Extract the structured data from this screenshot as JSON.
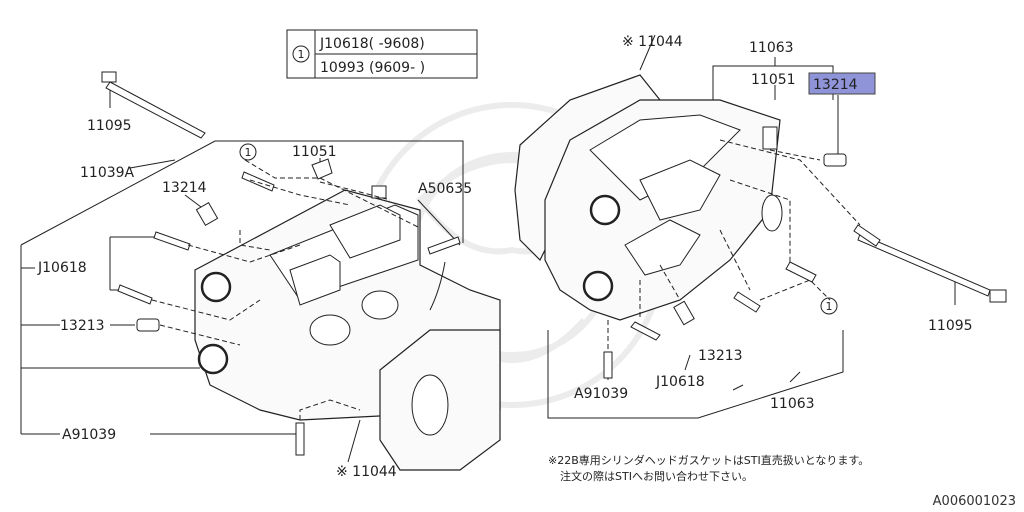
{
  "legend": {
    "marker": "1",
    "rows": [
      "J10618( -9608)",
      "10993 (9609- )"
    ]
  },
  "left": {
    "labels": {
      "bolt_long": "11095",
      "head": "11039A",
      "pin": "13214",
      "marker": "1",
      "cap": "11051",
      "plug_bolt": "A50635",
      "bolt_group": "J10618",
      "guide": "13213",
      "stud": "A91039",
      "gasket": "※ 11044"
    }
  },
  "right": {
    "labels": {
      "gasket": "※ 11044",
      "head_assy_top": "11063",
      "cap": "11051",
      "pin_highlight": "13214",
      "bolt_long": "11095",
      "marker": "1",
      "guide": "13213",
      "bolt_group": "J10618",
      "stud": "A91039",
      "head_assy_bottom": "11063"
    },
    "highlight_color": "#8f94d8"
  },
  "notes": [
    "※22B専用シリンダヘッドガスケットはSTI直売扱いとなります。",
    "注文の際はSTIへお問い合わせ下さい。"
  ],
  "figure_code": "A006001023"
}
